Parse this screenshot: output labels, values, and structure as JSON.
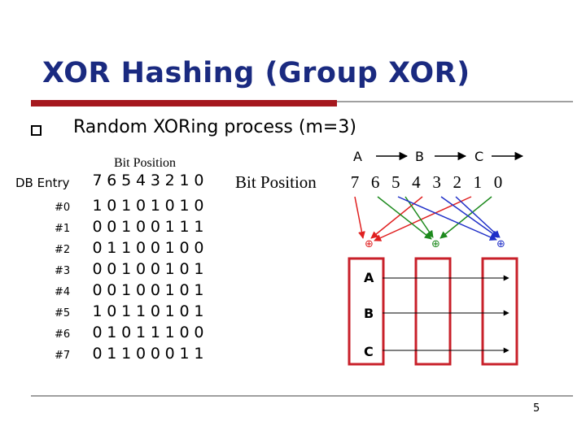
{
  "title": "XOR Hashing (Group XOR)",
  "bullet_text": "Random XORing process (m=3)",
  "table": {
    "bit_position_label": "Bit Position",
    "db_entry_label": "DB Entry",
    "positions": [
      "7",
      "6",
      "5",
      "4",
      "3",
      "2",
      "1",
      "0"
    ],
    "rows": [
      {
        "label": "#0",
        "bits": [
          "1",
          "0",
          "1",
          "0",
          "1",
          "0",
          "1",
          "0"
        ]
      },
      {
        "label": "#1",
        "bits": [
          "0",
          "0",
          "1",
          "0",
          "0",
          "1",
          "1",
          "1"
        ]
      },
      {
        "label": "#2",
        "bits": [
          "0",
          "1",
          "1",
          "0",
          "0",
          "1",
          "0",
          "0"
        ]
      },
      {
        "label": "#3",
        "bits": [
          "0",
          "0",
          "1",
          "0",
          "0",
          "1",
          "0",
          "1"
        ]
      },
      {
        "label": "#4",
        "bits": [
          "0",
          "0",
          "1",
          "0",
          "0",
          "1",
          "0",
          "1"
        ]
      },
      {
        "label": "#5",
        "bits": [
          "1",
          "0",
          "1",
          "1",
          "0",
          "1",
          "0",
          "1"
        ]
      },
      {
        "label": "#6",
        "bits": [
          "0",
          "1",
          "0",
          "1",
          "1",
          "1",
          "0",
          "0"
        ]
      },
      {
        "label": "#7",
        "bits": [
          "0",
          "1",
          "1",
          "0",
          "0",
          "0",
          "1",
          "1"
        ]
      }
    ]
  },
  "diagram": {
    "bit_position_label": "Bit Position",
    "positions": [
      "7",
      "6",
      "5",
      "4",
      "3",
      "2",
      "1",
      "0"
    ],
    "groups": [
      "A",
      "B",
      "C"
    ],
    "xor_symbol": "⊕",
    "box_labels": [
      "A",
      "B",
      "C"
    ],
    "colors": {
      "red": "#e02020",
      "green": "#1d8a1d",
      "blue": "#1f2fc8",
      "box_border": "#c8202a",
      "arrow": "#000000"
    }
  },
  "page_number": "5"
}
